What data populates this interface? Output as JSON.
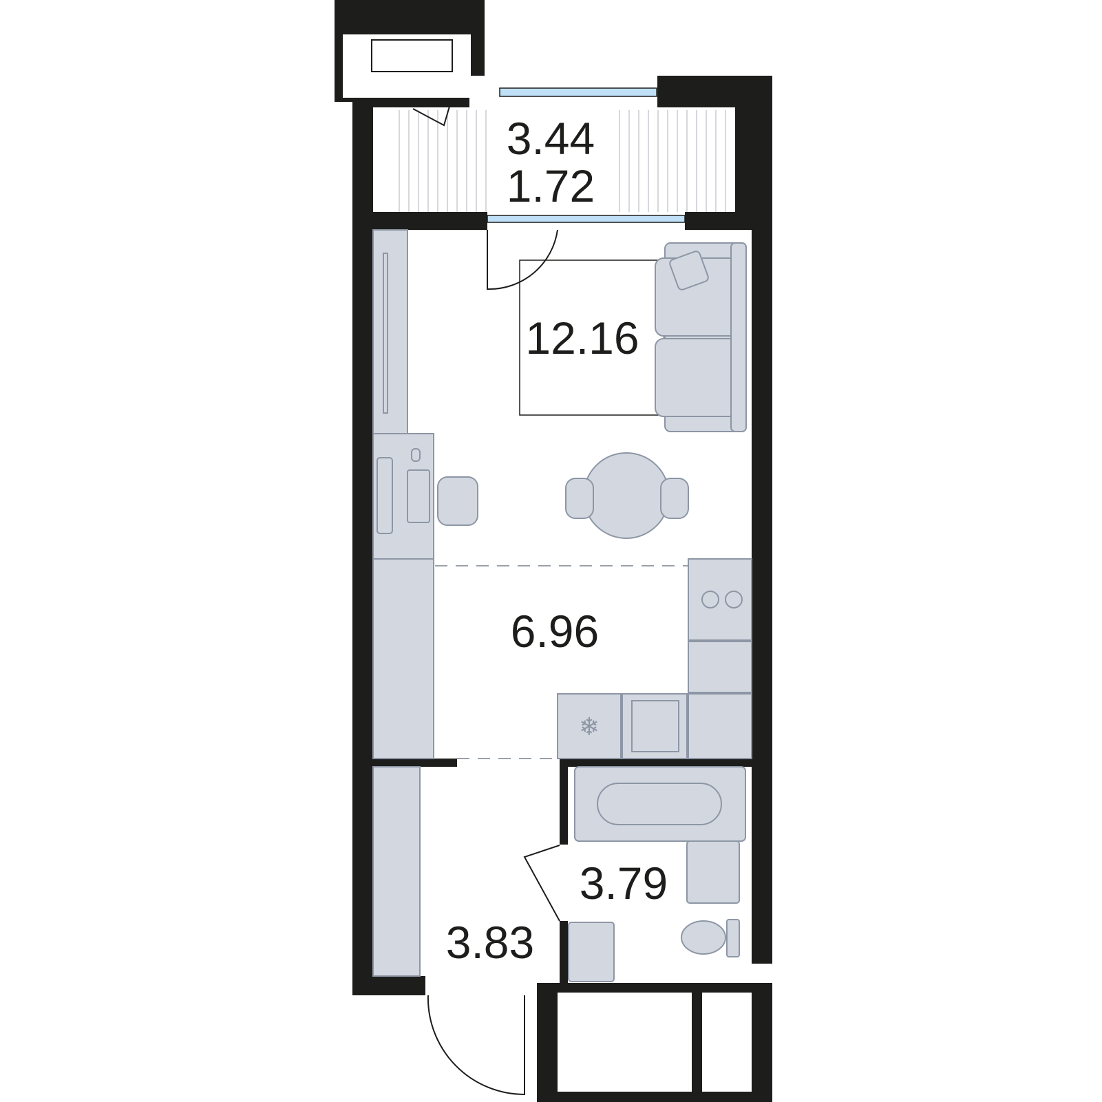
{
  "plan": {
    "rooms": [
      {
        "id": "loggia",
        "area": "3.44",
        "area_secondary": "1.72"
      },
      {
        "id": "living",
        "area": "12.16"
      },
      {
        "id": "kitchen",
        "area": "6.96"
      },
      {
        "id": "bathroom",
        "area": "3.79"
      },
      {
        "id": "hallway",
        "area": "3.83"
      }
    ]
  },
  "colors": {
    "wall": "#1d1d1b",
    "furniture_fill": "#d3d8e0",
    "furniture_stroke": "#8d96a5",
    "glass": "#bfe0f7"
  }
}
